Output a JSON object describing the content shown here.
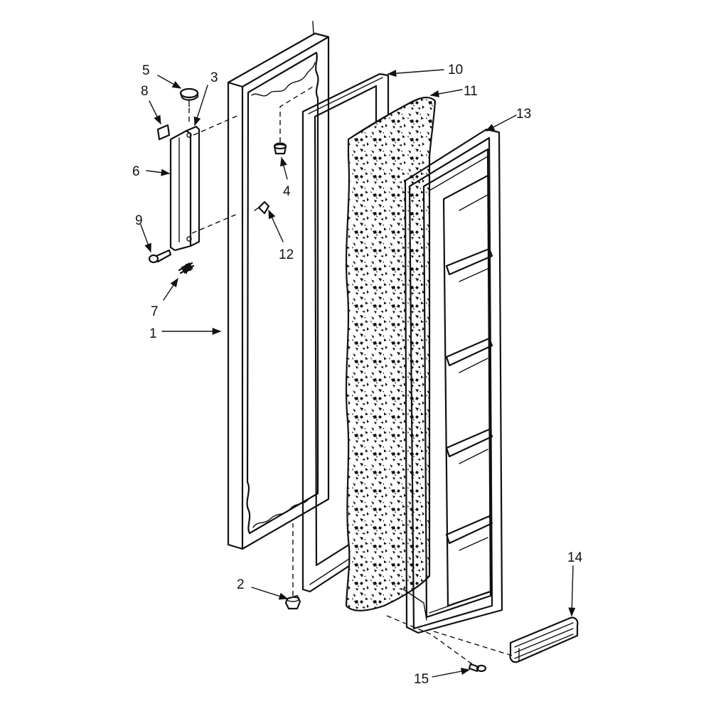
{
  "diagram": {
    "callouts": [
      {
        "id": "1",
        "label": "1"
      },
      {
        "id": "2",
        "label": "2"
      },
      {
        "id": "3",
        "label": "3"
      },
      {
        "id": "4",
        "label": "4"
      },
      {
        "id": "5",
        "label": "5"
      },
      {
        "id": "6",
        "label": "6"
      },
      {
        "id": "7",
        "label": "7"
      },
      {
        "id": "8",
        "label": "8"
      },
      {
        "id": "9",
        "label": "9"
      },
      {
        "id": "10",
        "label": "10"
      },
      {
        "id": "11",
        "label": "11"
      },
      {
        "id": "12",
        "label": "12"
      },
      {
        "id": "13",
        "label": "13"
      },
      {
        "id": "14",
        "label": "14"
      },
      {
        "id": "15",
        "label": "15"
      }
    ],
    "colors": {
      "ink": "#111111",
      "paper": "#ffffff"
    }
  }
}
